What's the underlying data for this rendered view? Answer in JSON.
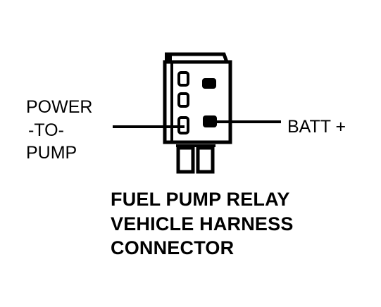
{
  "diagram": {
    "left_label": {
      "line1": "POWER",
      "line2": "-TO-",
      "line3": "PUMP"
    },
    "right_label": "BATT +",
    "caption": {
      "line1": "FUEL PUMP RELAY",
      "line2": "VEHICLE HARNESS",
      "line3": "CONNECTOR"
    },
    "colors": {
      "ink": "#000000",
      "paper": "#ffffff"
    }
  }
}
